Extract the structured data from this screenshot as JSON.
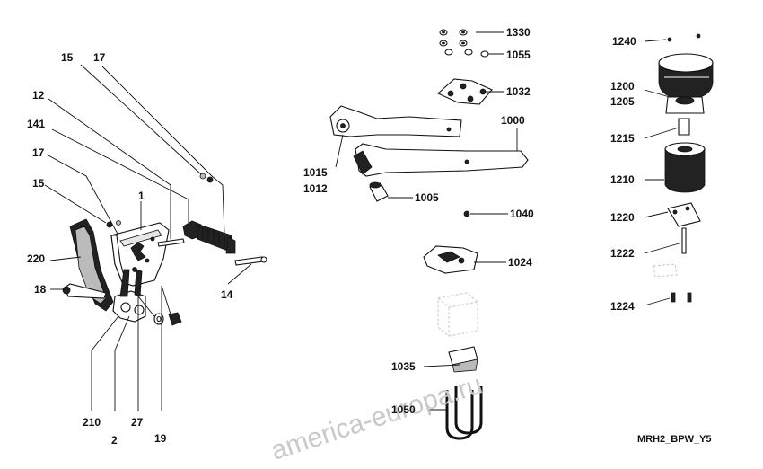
{
  "labels": {
    "l15a": "15",
    "l17a": "17",
    "l12": "12",
    "l141": "141",
    "l17b": "17",
    "l15b": "15",
    "l1": "1",
    "l220": "220",
    "l18": "18",
    "l14": "14",
    "l210": "210",
    "l2": "2",
    "l27": "27",
    "l19": "19",
    "l1330": "1330",
    "l1055": "1055",
    "l1032": "1032",
    "l1000": "1000",
    "l1015": "1015",
    "l1012": "1012",
    "l1005": "1005",
    "l1040": "1040",
    "l1024": "1024",
    "l1035": "1035",
    "l1050": "1050",
    "l1240": "1240",
    "l1200": "1200",
    "l1205": "1205",
    "l1215": "1215",
    "l1210": "1210",
    "l1220": "1220",
    "l1222": "1222",
    "l1224": "1224"
  },
  "diagram_code": "MRH2_BPW_Y5",
  "watermark": "america-europa.ru"
}
